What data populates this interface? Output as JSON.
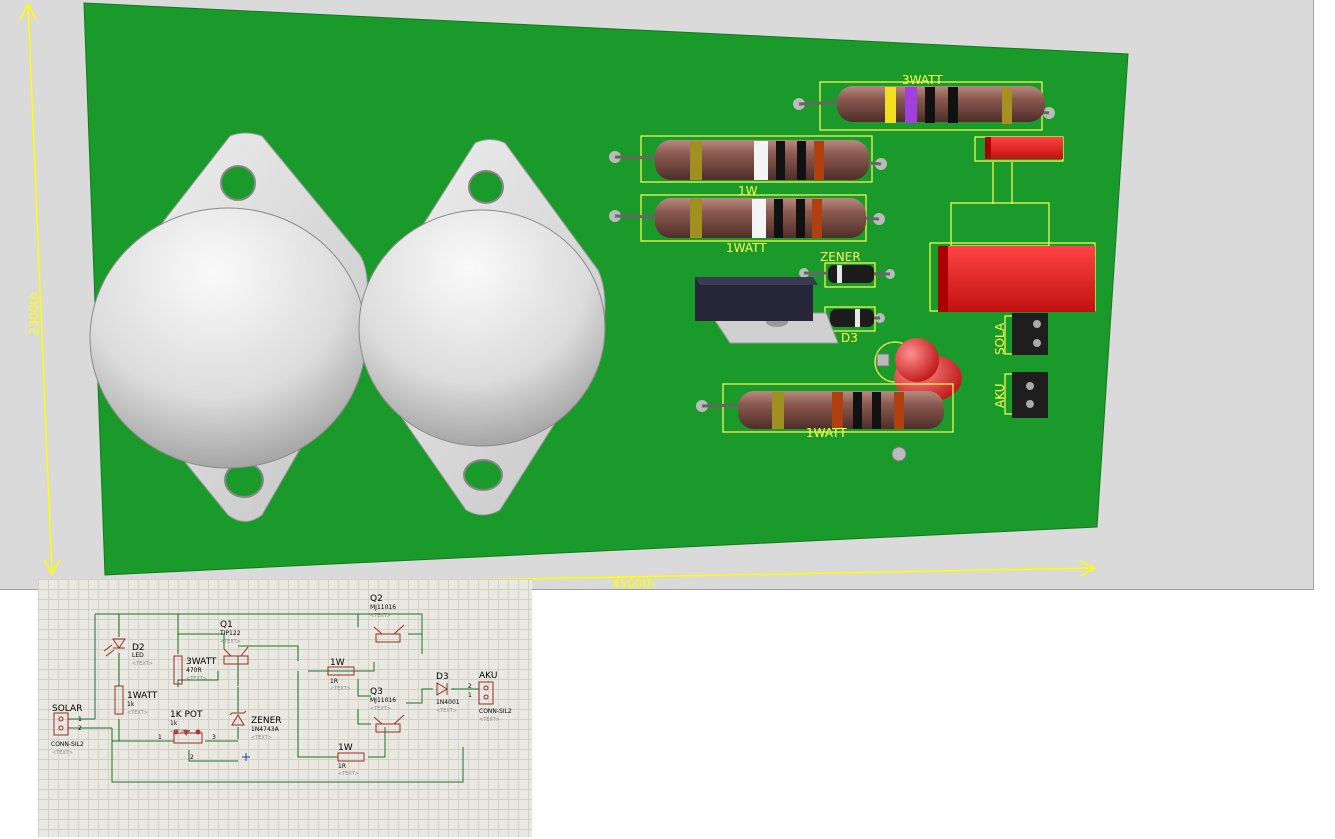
{
  "pcb_view": {
    "dim_height": "2300th",
    "dim_width": "4500th",
    "silk_labels": {
      "r_3watt": "3WATT",
      "r_1w": "1W",
      "r_1watt_a": "1WATT",
      "zener": "ZENER",
      "d3": "D3",
      "r_1watt_b": "1WATT",
      "solar": "SOLA",
      "aku": "AKU"
    },
    "colors": {
      "board": "#1a9a2a",
      "silk": "#ffff55",
      "resistor_body": "#8a5a50",
      "transistor_metal": "#e0e0e0",
      "connector_red": "#ee2222"
    }
  },
  "schematic": {
    "components": {
      "solar": {
        "ref": "SOLAR",
        "value": "CONN-SIL2",
        "text": "<TEXT>",
        "pin1": "1",
        "pin2": "2"
      },
      "d2": {
        "ref": "D2",
        "value": "LED",
        "text": "<TEXT>"
      },
      "r_1watt": {
        "ref": "1WATT",
        "value": "1k",
        "text": "<TEXT>"
      },
      "r_3watt": {
        "ref": "3WATT",
        "value": "470R",
        "text": "<TEXT>"
      },
      "q1": {
        "ref": "Q1",
        "value": "TIP122",
        "text": "<TEXT>"
      },
      "pot": {
        "ref": "1K POT",
        "value": "1k",
        "text": "<TEXT>",
        "pin1": "1",
        "pin2": "2",
        "pin3": "3"
      },
      "zener": {
        "ref": "ZENER",
        "value": "1N4743A",
        "text": "<TEXT>"
      },
      "q2": {
        "ref": "Q2",
        "value": "MJ11016",
        "text": "<TEXT>"
      },
      "q3": {
        "ref": "Q3",
        "value": "MJ11016",
        "text": "<TEXT>"
      },
      "r_1w_top": {
        "ref": "1W",
        "value": "1R",
        "text": "<TEXT>"
      },
      "r_1w_bottom": {
        "ref": "1W",
        "value": "1R",
        "text": "<TEXT>"
      },
      "d3": {
        "ref": "D3",
        "value": "1N4001",
        "text": "<TEXT>"
      },
      "aku": {
        "ref": "AKU",
        "value": "CONN-SIL2",
        "text": "<TEXT>",
        "pin1": "2",
        "pin2": "1"
      }
    }
  }
}
